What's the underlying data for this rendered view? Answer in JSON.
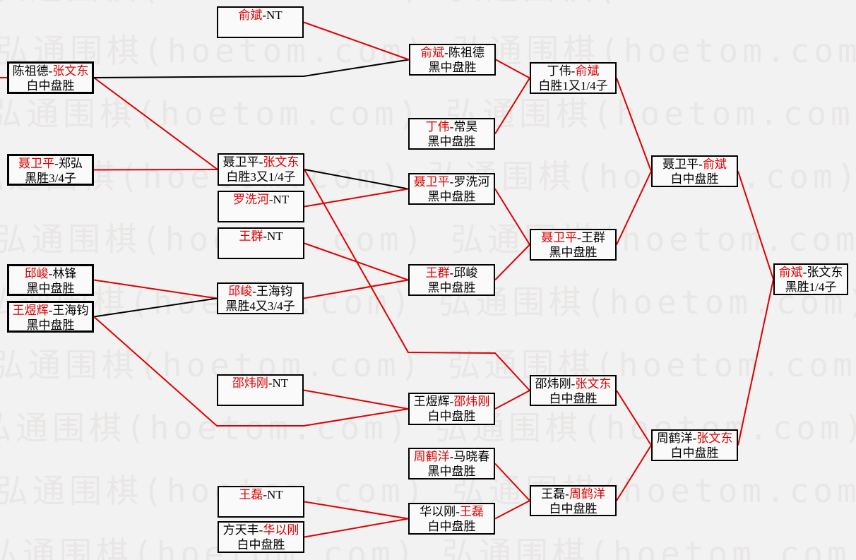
{
  "page": {
    "colors": {
      "background": "#f2f2f2",
      "box_fill": "#fafafa",
      "box_border": "#000000",
      "winner_red": "#e00000",
      "line_red": "#e00000",
      "line_black": "#000000",
      "watermark_gray": "#e9e6e6"
    }
  },
  "watermark": {
    "text": "弘通围棋(hoetom.com)"
  },
  "bracket": {
    "matches": [
      {
        "id": "B1",
        "col": 1,
        "player1": "陈祖德",
        "player2": "张文东",
        "winner": 2,
        "result": "白中盘胜"
      },
      {
        "id": "B2",
        "col": 1,
        "player1": "聂卫平",
        "player2": "郑弘",
        "winner": 1,
        "result": "黑胜3/4子"
      },
      {
        "id": "B3",
        "col": 1,
        "player1": "邱峻",
        "player2": "林锋",
        "winner": 1,
        "result": "黑中盘胜"
      },
      {
        "id": "B4",
        "col": 1,
        "player1": "王煜辉",
        "player2": "王海钧",
        "winner": 1,
        "result": "黑中盘胜"
      },
      {
        "id": "C1",
        "col": 2,
        "player1": "俞斌",
        "player2": "NT",
        "winner": 1,
        "result": ""
      },
      {
        "id": "C2",
        "col": 2,
        "player1": "聂卫平",
        "player2": "张文东",
        "winner": 2,
        "result": "白胜3又1/4子"
      },
      {
        "id": "C3",
        "col": 2,
        "player1": "罗洗河",
        "player2": "NT",
        "winner": 1,
        "result": ""
      },
      {
        "id": "C4",
        "col": 2,
        "player1": "王群",
        "player2": "NT",
        "winner": 1,
        "result": ""
      },
      {
        "id": "C5",
        "col": 2,
        "player1": "邱峻",
        "player2": "王海钧",
        "winner": 1,
        "result": "黑胜4又3/4子"
      },
      {
        "id": "C6",
        "col": 2,
        "player1": "邵炜刚",
        "player2": "NT",
        "winner": 1,
        "result": ""
      },
      {
        "id": "C7",
        "col": 2,
        "player1": "王磊",
        "player2": "NT",
        "winner": 1,
        "result": ""
      },
      {
        "id": "C8",
        "col": 2,
        "player1": "方天丰",
        "player2": "华以刚",
        "winner": 2,
        "result": "白中盘胜"
      },
      {
        "id": "D1",
        "col": 3,
        "player1": "俞斌",
        "player2": "陈祖德",
        "winner": 1,
        "result": "黑中盘胜"
      },
      {
        "id": "D2",
        "col": 3,
        "player1": "丁伟",
        "player2": "常昊",
        "winner": 1,
        "result": "黑中盘胜"
      },
      {
        "id": "D3",
        "col": 3,
        "player1": "聂卫平",
        "player2": "罗洗河",
        "winner": 1,
        "result": "黑中盘胜"
      },
      {
        "id": "D4",
        "col": 3,
        "player1": "王群",
        "player2": "邱峻",
        "winner": 1,
        "result": "黑中盘胜"
      },
      {
        "id": "D5",
        "col": 3,
        "player1": "王煜辉",
        "player2": "邵炜刚",
        "winner": 2,
        "result": "白中盘胜"
      },
      {
        "id": "D6",
        "col": 3,
        "player1": "周鹤洋",
        "player2": "马晓春",
        "winner": 1,
        "result": "黑中盘胜"
      },
      {
        "id": "D7",
        "col": 3,
        "player1": "华以刚",
        "player2": "王磊",
        "winner": 2,
        "result": "白中盘胜"
      },
      {
        "id": "E1",
        "col": 4,
        "player1": "丁伟",
        "player2": "俞斌",
        "winner": 2,
        "result": "白胜1又1/4子"
      },
      {
        "id": "E2",
        "col": 4,
        "player1": "聂卫平",
        "player2": "王群",
        "winner": 1,
        "result": "黑中盘胜"
      },
      {
        "id": "E3",
        "col": 4,
        "player1": "邵炜刚",
        "player2": "张文东",
        "winner": 2,
        "result": "白中盘胜"
      },
      {
        "id": "E4",
        "col": 4,
        "player1": "王磊",
        "player2": "周鹤洋",
        "winner": 2,
        "result": "白中盘胜"
      },
      {
        "id": "F1",
        "col": 5,
        "player1": "聂卫平",
        "player2": "俞斌",
        "winner": 2,
        "result": "白中盘胜"
      },
      {
        "id": "F2",
        "col": 5,
        "player1": "周鹤洋",
        "player2": "张文东",
        "winner": 2,
        "result": "白中盘胜"
      },
      {
        "id": "G1",
        "col": 6,
        "player1": "俞斌",
        "player2": "张文东",
        "winner": 1,
        "result": "黑胜1/4子"
      }
    ],
    "connections": [
      {
        "to": "B1",
        "color": "red",
        "entry": true
      },
      {
        "from": "B1",
        "to": "C2",
        "color": "red"
      },
      {
        "from": "B2",
        "to": "C2",
        "color": "red"
      },
      {
        "from": "B1",
        "to": "D1",
        "color": "black"
      },
      {
        "from": "C1",
        "to": "D1",
        "color": "red"
      },
      {
        "from": "C2",
        "to": "D3",
        "color": "black"
      },
      {
        "from": "C3",
        "to": "D3",
        "color": "red"
      },
      {
        "from": "C4",
        "to": "D4",
        "color": "red"
      },
      {
        "from": "C5",
        "to": "D4",
        "color": "red"
      },
      {
        "from": "B3",
        "to": "C5",
        "color": "red"
      },
      {
        "from": "B4",
        "to": "C5",
        "color": "black"
      },
      {
        "from": "B4",
        "to": "D5",
        "color": "red"
      },
      {
        "from": "C6",
        "to": "D5",
        "color": "red"
      },
      {
        "from": "C7",
        "to": "D7",
        "color": "red"
      },
      {
        "from": "C8",
        "to": "D7",
        "color": "red"
      },
      {
        "from": "D1",
        "to": "E1",
        "color": "red"
      },
      {
        "from": "D2",
        "to": "E1",
        "color": "red"
      },
      {
        "from": "D3",
        "to": "E2",
        "color": "red"
      },
      {
        "from": "D4",
        "to": "E2",
        "color": "red"
      },
      {
        "from": "C2",
        "to": "E3",
        "color": "red"
      },
      {
        "from": "D5",
        "to": "E3",
        "color": "red"
      },
      {
        "from": "D6",
        "to": "E4",
        "color": "red"
      },
      {
        "from": "D7",
        "to": "E4",
        "color": "red"
      },
      {
        "from": "E1",
        "to": "F1",
        "color": "red"
      },
      {
        "from": "E2",
        "to": "F1",
        "color": "red"
      },
      {
        "from": "E3",
        "to": "F2",
        "color": "red"
      },
      {
        "from": "E4",
        "to": "F2",
        "color": "red"
      },
      {
        "from": "F1",
        "to": "G1",
        "color": "red"
      },
      {
        "from": "F2",
        "to": "G1",
        "color": "red"
      }
    ]
  }
}
